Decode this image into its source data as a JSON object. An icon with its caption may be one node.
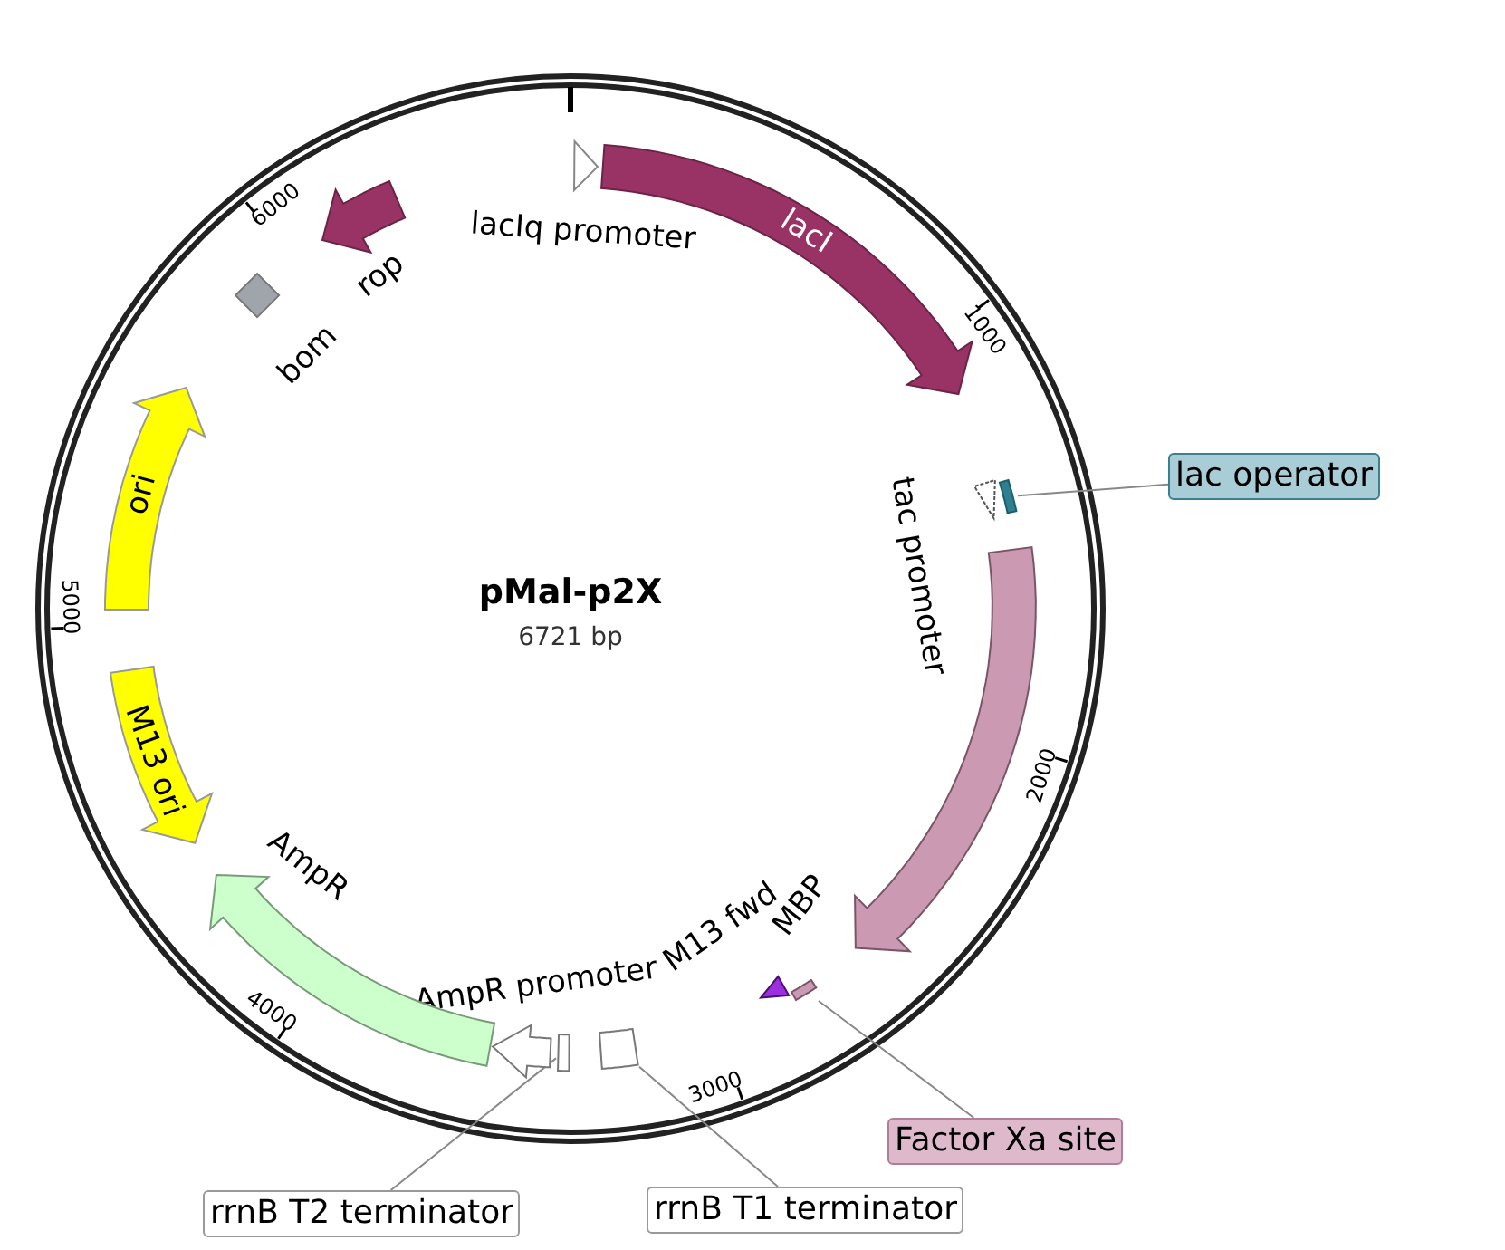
{
  "diagram": {
    "title": "pMal-p2X",
    "nodes": [
      {
        "text": [],
        "shape": "arrow"
      },
      {
        "text": [
          "lacI"
        ]
      },
      {
        "text": [],
        "shape": "arrow"
      },
      {
        "text": [
          "lac operator"
        ]
      },
      {
        "text": [],
        "shape": "bar"
      },
      {
        "text": [],
        "shape": "arrow",
        "beside": [
          "MBP"
        ]
      },
      {
        "text": [
          "Factor Xa site"
        ]
      },
      {
        "text": [],
        "shape": "bar"
      },
      {
        "text": [],
        "shape": "arrow",
        "beside": [
          "M13 fwd"
        ]
      },
      {
        "text": [],
        "shape": "box"
      },
      {
        "text": [],
        "shape": "box"
      },
      {
        "text": [
          "rrnB T2 terminator"
        ]
      },
      {
        "text": [
          "rrnB T1 terminator"
        ]
      },
      {
        "text": [],
        "shape": "arrow"
      },
      {
        "text": [],
        "shape": "arrow",
        "beside": [
          "AmpR"
        ]
      },
      {
        "text": [
          "M13 ori"
        ]
      },
      {
        "text": [
          "ori"
        ]
      },
      {
        "text": [],
        "shape": "diamond",
        "beside": [
          "bom"
        ]
      },
      {
        "text": [],
        "shape": "arrow",
        "beside": [
          "rop"
        ]
      }
    ],
    "edges": [
      {
        "from": 3,
        "to": 4,
        "arrow": "none"
      },
      {
        "from": 6,
        "to": 7,
        "arrow": "none"
      },
      {
        "from": 11,
        "to": 9,
        "arrow": "none"
      },
      {
        "from": 12,
        "to": 10,
        "arrow": "none"
      }
    ],
    "labels": [
      "6000",
      "lacIq promoter",
      "1000",
      "tac promoter",
      "6721 bp",
      "5000",
      "2000",
      "AmpR promoter",
      "4000",
      "3000"
    ]
  }
}
